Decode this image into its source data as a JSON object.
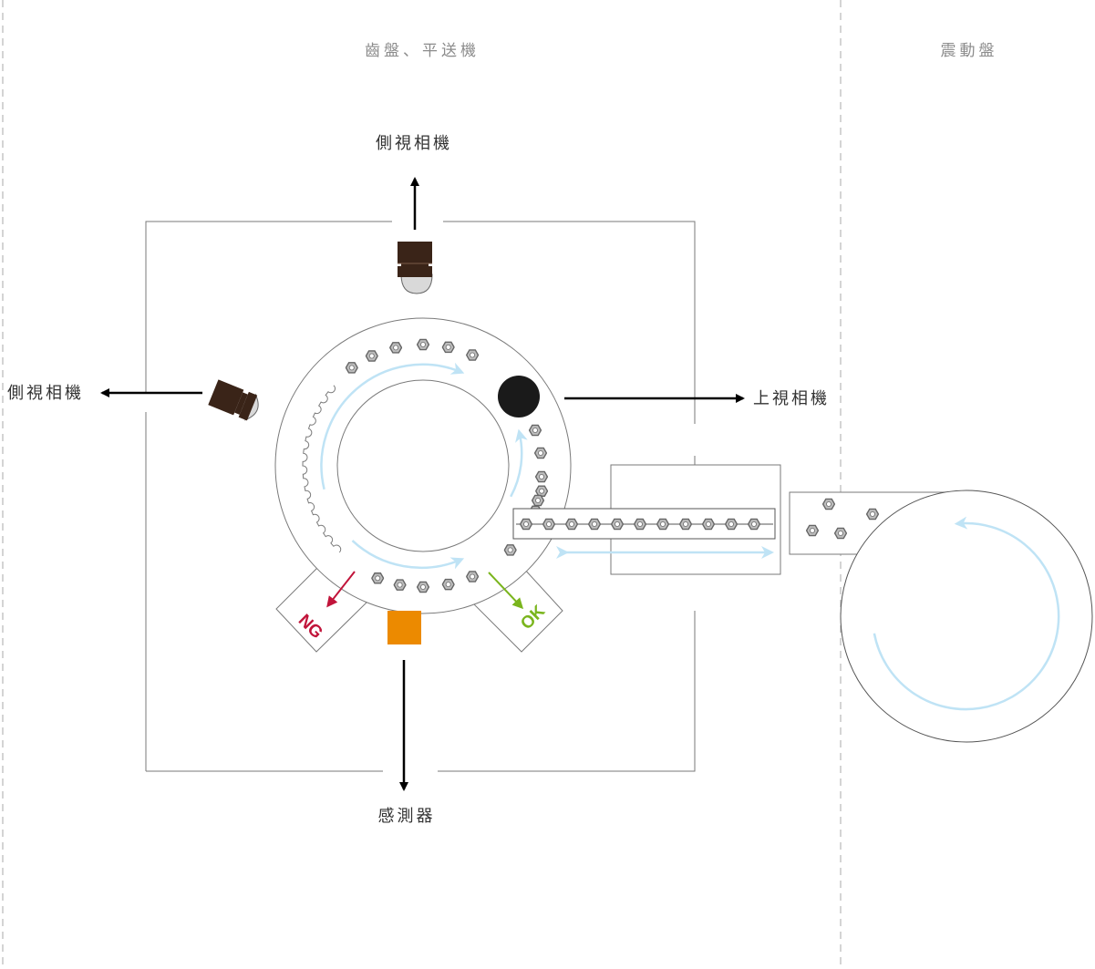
{
  "sections": {
    "left_title": "齒盤、平送機",
    "right_title": "震動盤"
  },
  "labels": {
    "side_camera_top": "側視相機",
    "side_camera_left": "側視相機",
    "top_camera": "上視相機",
    "sensor": "感測器",
    "ng": "NG",
    "ok": "OK"
  },
  "colors": {
    "ng": "#c1143a",
    "ok": "#7ab51d",
    "flow_arrow": "#bfe3f5",
    "sensor": "#ec8a00",
    "camera": "#3a2418",
    "frame": "#7a7a7a"
  }
}
